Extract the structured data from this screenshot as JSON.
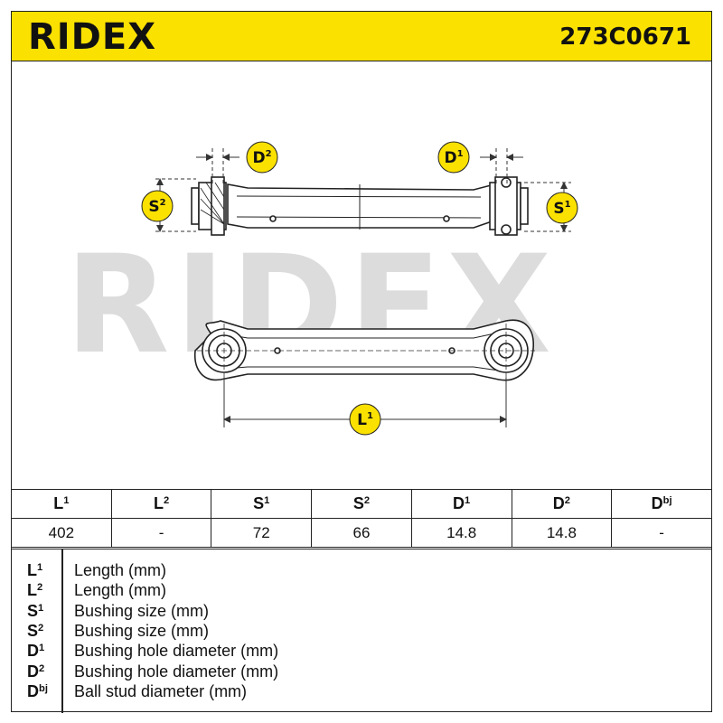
{
  "brand": {
    "logo_text": "RIDEX",
    "part_number": "273C0671",
    "accent_color": "#fbe100"
  },
  "watermark_text": "RIDEX",
  "labels": {
    "d2": {
      "base": "D",
      "sup": "2"
    },
    "d1": {
      "base": "D",
      "sup": "1"
    },
    "s2": {
      "base": "S",
      "sup": "2"
    },
    "s1": {
      "base": "S",
      "sup": "1"
    },
    "l1": {
      "base": "L",
      "sup": "1"
    }
  },
  "table": {
    "headers": [
      {
        "base": "L",
        "sup": "1"
      },
      {
        "base": "L",
        "sup": "2"
      },
      {
        "base": "S",
        "sup": "1"
      },
      {
        "base": "S",
        "sup": "2"
      },
      {
        "base": "D",
        "sup": "1"
      },
      {
        "base": "D",
        "sup": "2"
      },
      {
        "base": "D",
        "sup": "bj"
      }
    ],
    "values": [
      "402",
      "-",
      "72",
      "66",
      "14.8",
      "14.8",
      "-"
    ]
  },
  "legend": [
    {
      "base": "L",
      "sup": "1",
      "desc": "Length (mm)"
    },
    {
      "base": "L",
      "sup": "2",
      "desc": "Length (mm)"
    },
    {
      "base": "S",
      "sup": "1",
      "desc": "Bushing size (mm)"
    },
    {
      "base": "S",
      "sup": "2",
      "desc": "Bushing size (mm)"
    },
    {
      "base": "D",
      "sup": "1",
      "desc": "Bushing hole diameter (mm)"
    },
    {
      "base": "D",
      "sup": "2",
      "desc": "Bushing hole diameter (mm)"
    },
    {
      "base": "D",
      "sup": "bj",
      "desc": "Ball stud diameter (mm)"
    }
  ]
}
